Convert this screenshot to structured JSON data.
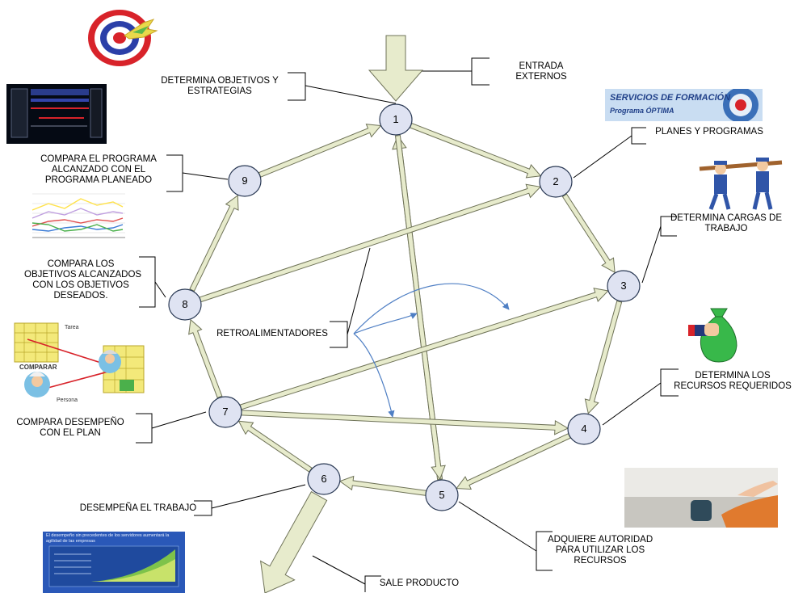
{
  "colors": {
    "node_fill": "#dfe3f2",
    "node_stroke": "#2b3a55",
    "arrow_fill": "#e7ebcc",
    "arrow_stroke": "#6f7358",
    "feedback_arrow": "#4f7fc4"
  },
  "nodes": [
    {
      "id": "1",
      "label": "1"
    },
    {
      "id": "2",
      "label": "2"
    },
    {
      "id": "3",
      "label": "3"
    },
    {
      "id": "4",
      "label": "4"
    },
    {
      "id": "5",
      "label": "5"
    },
    {
      "id": "6",
      "label": "6"
    },
    {
      "id": "7",
      "label": "7"
    },
    {
      "id": "8",
      "label": "8"
    },
    {
      "id": "9",
      "label": "9"
    }
  ],
  "edges": [
    {
      "from": "1",
      "to": "2"
    },
    {
      "from": "2",
      "to": "3"
    },
    {
      "from": "3",
      "to": "4"
    },
    {
      "from": "4",
      "to": "5"
    },
    {
      "from": "5",
      "to": "6"
    },
    {
      "from": "6",
      "to": "7"
    },
    {
      "from": "7",
      "to": "8"
    },
    {
      "from": "8",
      "to": "9"
    },
    {
      "from": "9",
      "to": "1"
    },
    {
      "from": "5",
      "to": "1"
    },
    {
      "from": "1",
      "to": "5"
    },
    {
      "from": "8",
      "to": "2"
    },
    {
      "from": "7",
      "to": "3"
    },
    {
      "from": "7",
      "to": "4"
    }
  ],
  "labels": {
    "entrada": [
      "ENTRADA",
      "EXTERNOS"
    ],
    "objetivos": [
      "DETERMINA OBJETIVOS Y",
      "ESTRATEGIAS"
    ],
    "planes": [
      "PLANES Y PROGRAMAS"
    ],
    "cargas": [
      "DETERMINA CARGAS DE",
      "TRABAJO"
    ],
    "recursos": [
      "DETERMINA LOS",
      "RECURSOS REQUERIDOS"
    ],
    "autoridad": [
      "ADQUIERE AUTORIDAD",
      "PARA UTILIZAR LOS",
      "RECURSOS"
    ],
    "sale": [
      "SALE PRODUCTO"
    ],
    "desempena": [
      "DESEMPEÑA EL TRABAJO"
    ],
    "compara_desempeno": [
      "COMPARA DESEMPEÑO",
      "CON EL PLAN"
    ],
    "compara_objetivos": [
      "COMPARA LOS",
      "OBJETIVOS ALCANZADOS",
      "CON LOS OBJETIVOS",
      "DESEADOS."
    ],
    "compara_programa": [
      "COMPARA EL PROGRAMA",
      "ALCANZADO CON EL",
      "PROGRAMA PLANEADO"
    ],
    "retro": [
      "RETROALIMENTADORES"
    ]
  },
  "images": {
    "servicios": [
      "SERVICIOS DE FORMACIÓN",
      "Programa ÓPTIMA"
    ],
    "comparar_caption": "COMPARAR",
    "comparar_tarea": "Tarea",
    "comparar_persona": "Persona",
    "desempeno_title": "El desempeño sin precedentes de los servidores aumentará la agilidad de las empresas"
  }
}
